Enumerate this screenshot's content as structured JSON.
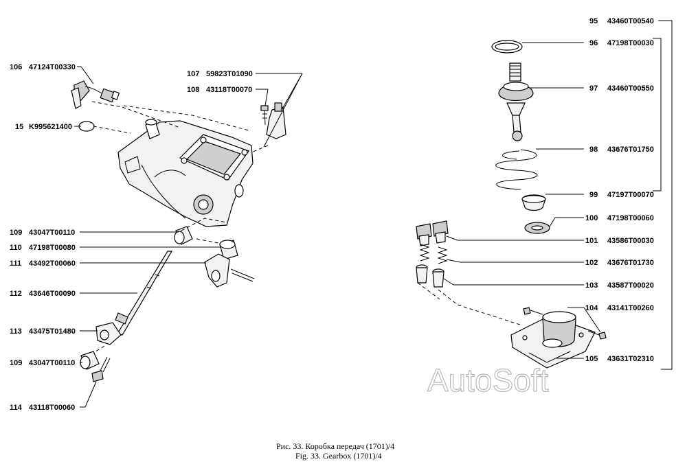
{
  "callouts": [
    {
      "num": "106",
      "code": "47124T00330"
    },
    {
      "num": "15",
      "code": "K995621400"
    },
    {
      "num": "107",
      "code": "59823T01090"
    },
    {
      "num": "108",
      "code": "43118T00070"
    },
    {
      "num": "109",
      "code": "43047T00110"
    },
    {
      "num": "110",
      "code": "47198T00080"
    },
    {
      "num": "111",
      "code": "43492T00060"
    },
    {
      "num": "112",
      "code": "43646T00090"
    },
    {
      "num": "113",
      "code": "43475T01480"
    },
    {
      "num": "109",
      "code": "43047T00110"
    },
    {
      "num": "114",
      "code": "43118T00060"
    },
    {
      "num": "95",
      "code": "43460T00540"
    },
    {
      "num": "96",
      "code": "47198T00030"
    },
    {
      "num": "97",
      "code": "43460T00550"
    },
    {
      "num": "98",
      "code": "43676T01750"
    },
    {
      "num": "99",
      "code": "47197T00070"
    },
    {
      "num": "100",
      "code": "47198T00060"
    },
    {
      "num": "101",
      "code": "43586T00030"
    },
    {
      "num": "102",
      "code": "43676T01730"
    },
    {
      "num": "103",
      "code": "43587T00020"
    },
    {
      "num": "104",
      "code": "43141T00260"
    },
    {
      "num": "105",
      "code": "43631T02310"
    }
  ],
  "caption": {
    "ru": "Рис. 33. Коробка передач (1701)/4",
    "en": "Fig. 33. Gearbox (1701)/4"
  },
  "watermark": "AutoSoft"
}
